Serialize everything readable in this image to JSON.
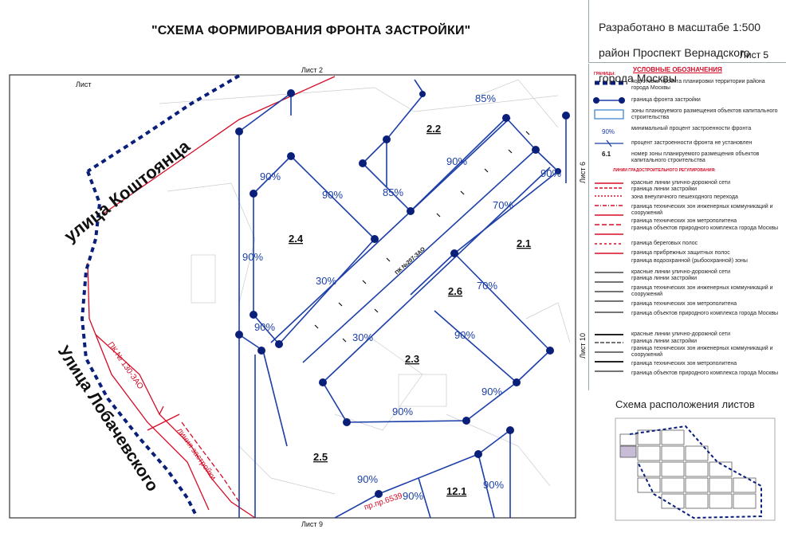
{
  "title": "\"СХЕМА ФОРМИРОВАНИЯ ФРОНТА ЗАСТРОЙКИ\"",
  "scale_info": {
    "line1": "Разработано в масштабе 1:500",
    "line2": "район Проспект Вернадского",
    "line3": "города Москвы"
  },
  "sheet_current": "Лист 5",
  "sheet_labels": {
    "top": "Лист 2",
    "left": "Лист",
    "right_top": "Лист 6",
    "right_bottom": "Лист 10",
    "bottom": "Лист 9"
  },
  "streets": {
    "koshtoyantsa": "улица Коштоянца",
    "lobachevskogo": "Улица Лобачевского"
  },
  "map_labels": {
    "pk_207": "ПК №207-ЗАО",
    "pk_130": "ПК № 130-ЗАО",
    "building_line": "линия застройки",
    "pr_proezd": "пр.пр.6539"
  },
  "zones": [
    "2.2",
    "2.4",
    "2.1",
    "2.6",
    "2.3",
    "2.5",
    "12.1"
  ],
  "percents": [
    "85%",
    "90%",
    "90%",
    "90%",
    "85%",
    "70%",
    "90%",
    "90%",
    "30%",
    "70%",
    "90%",
    "30%",
    "90%",
    "90%",
    "90%",
    "90%",
    "90%",
    "90%"
  ],
  "legend": {
    "title": "УСЛОВНЫЕ ОБОЗНАЧЕНИЯ",
    "group1": "ГРАНИЦЫ:",
    "items1": [
      "подготовки проекта планировки территории района города Москвы",
      "граница фронта застройки",
      "зоны планируемого размещения объектов капитального строительства",
      "минимальный процент застроенности фронта",
      "процент застроенности фронта не установлен",
      "номер зоны планируемого размещения объектов капитального строительства"
    ],
    "sample_percent": "90%",
    "sample_zone": "6.1",
    "group2": "ЛИНИИ ГРАДОСТРОИТЕЛЬНОГО РЕГУЛИРОВАНИЯ:",
    "items2": [
      "красные линии улично-дорожной сети",
      "граница линии застройки",
      "зона внеуличного пешеходного перехода",
      "граница технических зон инженерных коммуникаций и сооружений",
      "граница технических зон метрополитена",
      "граница объектов природного комплекса города Москвы",
      "граница береговых полос",
      "граница прибрежных защитных полос",
      "граница водоохранной (рыбоохранной) зоны",
      "красные линии улично-дорожной сети",
      "граница линии застройки",
      "граница технических зон инженерных коммуникаций и сооружений",
      "граница технических зон метрополитена",
      "граница объектов природного комплекса города Москвы",
      "красные линии улично-дорожной сети",
      "граница линии застройки",
      "граница технических зон инженерных коммуникаций и сооружений",
      "граница технических зон метрополитена",
      "граница объектов природного комплекса города Москвы"
    ]
  },
  "index_map_title": "Схема расположения листов",
  "colors": {
    "blue": "#1c3fa8",
    "navy": "#0a1f7a",
    "red": "#d60b26",
    "light_blue": "#4f8fd6"
  }
}
